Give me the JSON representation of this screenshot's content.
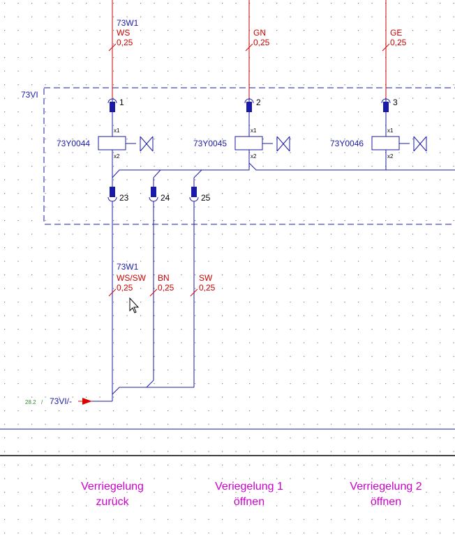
{
  "cables_top": [
    {
      "cable": "73W1",
      "color": "WS",
      "cross_section": "0,25"
    },
    {
      "color": "GN",
      "cross_section": "0,25"
    },
    {
      "color": "GE",
      "cross_section": "0,25"
    }
  ],
  "device_box": {
    "label": "73VI"
  },
  "valves": [
    {
      "pin": "1",
      "tag": "73Y0044",
      "x1": "x1",
      "x2": "x2"
    },
    {
      "pin": "2",
      "tag": "73Y0045",
      "x1": "x1",
      "x2": "x2"
    },
    {
      "pin": "3",
      "tag": "73Y0046",
      "x1": "x1",
      "x2": "x2"
    }
  ],
  "lower_pins": [
    "23",
    "24",
    "25"
  ],
  "cables_bottom": [
    {
      "cable": "73W1",
      "color": "WS/SW",
      "cross_section": "0,25"
    },
    {
      "color": "BN",
      "cross_section": "0,25"
    },
    {
      "color": "SW",
      "cross_section": "0,25"
    }
  ],
  "cross_ref": {
    "page_ref": "28.2",
    "separator": "/",
    "signal": "73VI/-"
  },
  "footer_labels": [
    {
      "line1": "Verriegelung",
      "line2": "zurück"
    },
    {
      "line1": "Veriegelung 1",
      "line2": "öffnen"
    },
    {
      "line1": "Verriegelung 2",
      "line2": "öffnen"
    }
  ],
  "colors": {
    "wire_blue": "#1a1aa8",
    "wire_red": "#cc0000",
    "footer_magenta": "#cc00cc",
    "xref_green": "#2e8b2e",
    "arrow_red": "#dd0000"
  }
}
